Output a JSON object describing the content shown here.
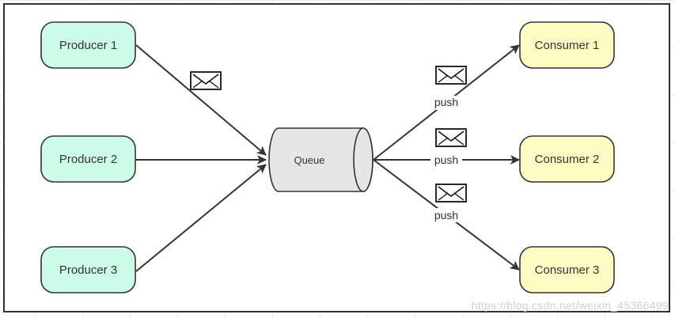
{
  "producers": [
    {
      "label": "Producer 1"
    },
    {
      "label": "Producer 2"
    },
    {
      "label": "Producer 3"
    }
  ],
  "queue": {
    "label": "Queue"
  },
  "consumers": [
    {
      "label": "Consumer 1"
    },
    {
      "label": "Consumer 2"
    },
    {
      "label": "Consumer 3"
    }
  ],
  "edge_labels": [
    "push",
    "push",
    "push"
  ],
  "watermark": "https://blog.csdn.net/weixin_45366499",
  "colors": {
    "producer_fill": "#ccfbe8",
    "consumer_fill": "#fefec4",
    "queue_fill": "#e6e6e6",
    "stroke": "#333333"
  },
  "icons": [
    "envelope-icon",
    "arrowhead"
  ]
}
